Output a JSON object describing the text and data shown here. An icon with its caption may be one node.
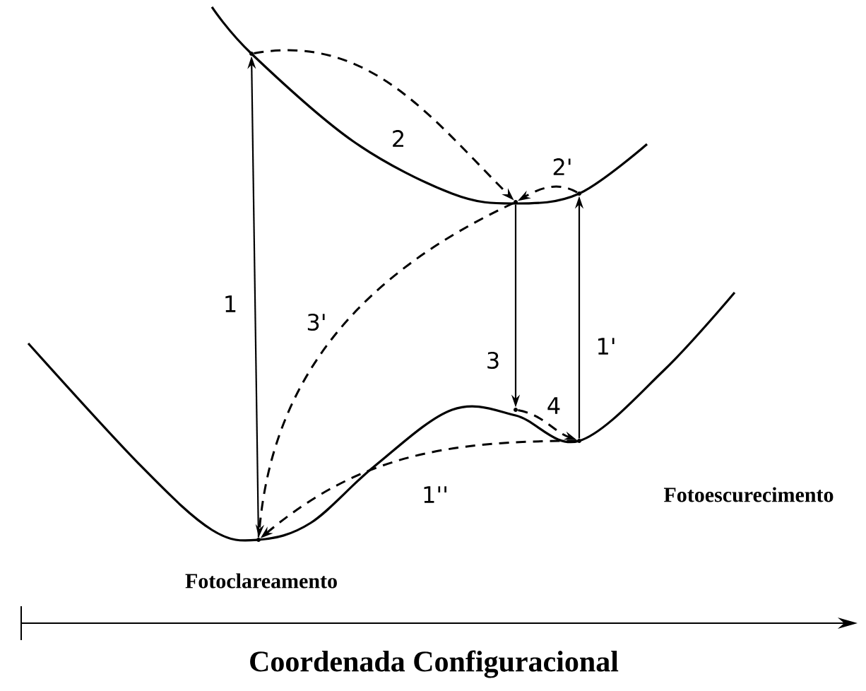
{
  "diagram": {
    "nodes": [
      {
        "text": [],
        "shape": "point"
      },
      {
        "text": [],
        "shape": "point"
      },
      {
        "text": [],
        "shape": "point"
      },
      {
        "text": [],
        "shape": "point"
      },
      {
        "text": [],
        "shape": "point"
      },
      {
        "text": [],
        "shape": "point"
      }
    ],
    "edges": [
      {
        "from": 5,
        "to": 0,
        "arrow": "to",
        "label": "1"
      },
      {
        "from": 0,
        "to": 1,
        "arrow": "to",
        "label": "2",
        "style": "dashed"
      },
      {
        "from": 2,
        "to": 1,
        "arrow": "to",
        "label": "2'",
        "style": "dashed"
      },
      {
        "from": 1,
        "to": 3,
        "arrow": "to",
        "label": "3"
      },
      {
        "from": 4,
        "to": 2,
        "arrow": "to",
        "label": "1'"
      },
      {
        "from": 1,
        "to": 5,
        "arrow": "to",
        "label": "3'",
        "style": "dashed"
      },
      {
        "from": 3,
        "to": 4,
        "arrow": "to",
        "label": "4",
        "style": "dashed"
      },
      {
        "from": 4,
        "to": 5,
        "arrow": "to",
        "label": "1''",
        "style": "dashed"
      }
    ],
    "labels": [
      "Fotoescurecimento",
      "Fotoclareamento",
      "Coordenada Configuracional"
    ]
  }
}
